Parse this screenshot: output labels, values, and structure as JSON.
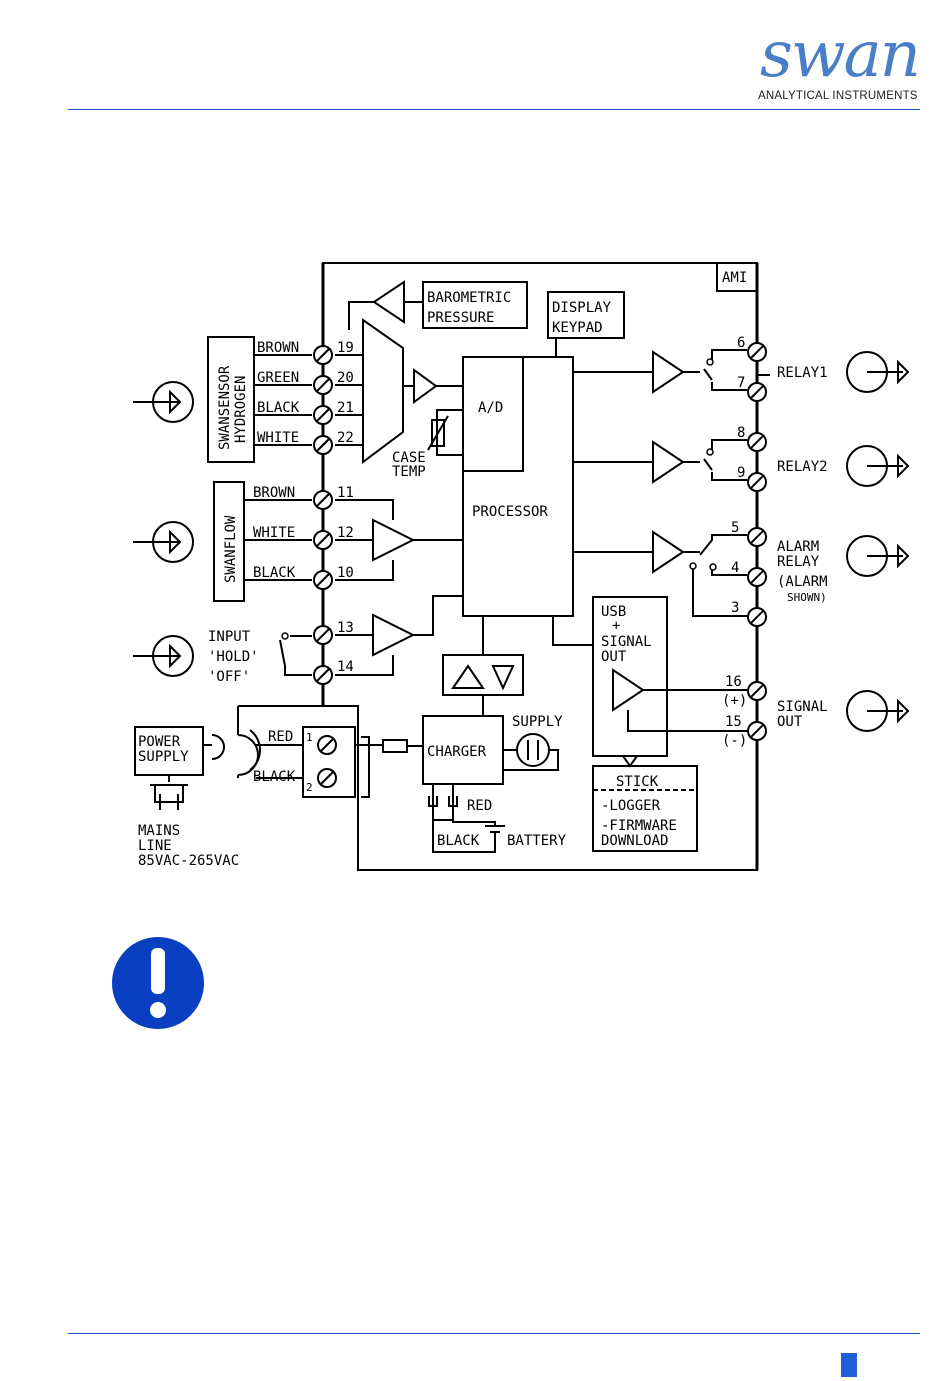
{
  "header": {
    "logo_text": "swan",
    "logo_subtitle": "ANALYTICAL INSTRUMENTS"
  },
  "diagram": {
    "ami": "AMI",
    "barometric": [
      "BAROMETRIC",
      "PRESSURE"
    ],
    "display": [
      "DISPLAY",
      "KEYPAD"
    ],
    "sensor": [
      "SWANSENSOR",
      "HYDROGEN"
    ],
    "swanflow": "SWANFLOW",
    "wires_sensor": [
      "BROWN",
      "GREEN",
      "BLACK",
      "WHITE"
    ],
    "terms_sensor": [
      "19",
      "20",
      "21",
      "22"
    ],
    "wires_flow": [
      "BROWN",
      "WHITE",
      "BLACK"
    ],
    "terms_flow": [
      "11",
      "12",
      "10"
    ],
    "ad": "A/D",
    "case_temp": [
      "CASE",
      "TEMP"
    ],
    "processor": "PROCESSOR",
    "input": [
      "INPUT",
      "'HOLD'",
      "'OFF'"
    ],
    "terms_input": [
      "13",
      "14"
    ],
    "power_supply": [
      "POWER",
      "SUPPLY"
    ],
    "mains": [
      "MAINS",
      "LINE",
      "85VAC-265VAC"
    ],
    "power_wires": [
      "RED",
      "BLACK"
    ],
    "power_terms": [
      "1",
      "2"
    ],
    "charger": "CHARGER",
    "supply": "SUPPLY",
    "battery_red": "RED",
    "battery_black": "BLACK",
    "battery": "BATTERY",
    "usb": [
      "USB",
      "+",
      "SIGNAL",
      "OUT"
    ],
    "stick": "STICK",
    "stick_items": [
      "-LOGGER",
      "-FIRMWARE",
      " DOWNLOAD"
    ],
    "relay1": "RELAY1",
    "relay2": "RELAY2",
    "alarm": [
      "ALARM",
      "RELAY",
      "(ALARM",
      "SHOWN)"
    ],
    "signal_out": [
      "SIGNAL",
      "OUT"
    ],
    "right_terms": [
      "6",
      "7",
      "8",
      "9",
      "5",
      "4",
      "3",
      "16",
      "15"
    ],
    "polarity": [
      "(+)",
      "(-)"
    ]
  },
  "colors": {
    "accent": "#1d5ed6",
    "logo": "#4a7fc8",
    "notice": "#0a3fc2"
  },
  "notice_icon": "exclamation-icon"
}
